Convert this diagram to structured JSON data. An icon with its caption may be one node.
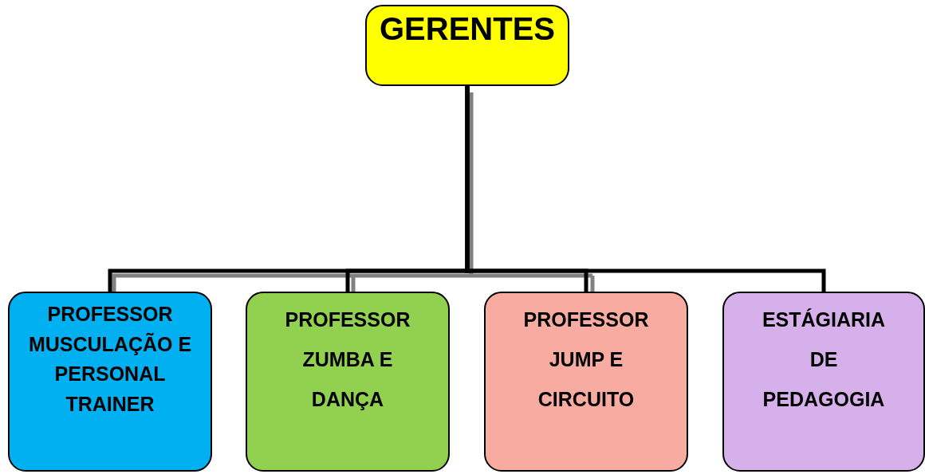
{
  "diagram": {
    "nodes": [
      {
        "text": [
          "GERENTES"
        ]
      },
      {
        "text": [
          "PROFESSOR MUSCULAÇÃO E PERSONAL TRAINER"
        ]
      },
      {
        "text": [
          "PROFESSOR ZUMBA E DANÇA"
        ]
      },
      {
        "text": [
          "PROFESSOR JUMP E CIRCUITO"
        ]
      },
      {
        "text": [
          "ESTÁGIARIA DE PEDAGOGIA"
        ]
      }
    ],
    "edges": [
      {
        "from": 0,
        "to": 1,
        "arrow": "none"
      },
      {
        "from": 0,
        "to": 2,
        "arrow": "none"
      },
      {
        "from": 0,
        "to": 3,
        "arrow": "none"
      },
      {
        "from": 0,
        "to": 4,
        "arrow": "none"
      }
    ]
  }
}
